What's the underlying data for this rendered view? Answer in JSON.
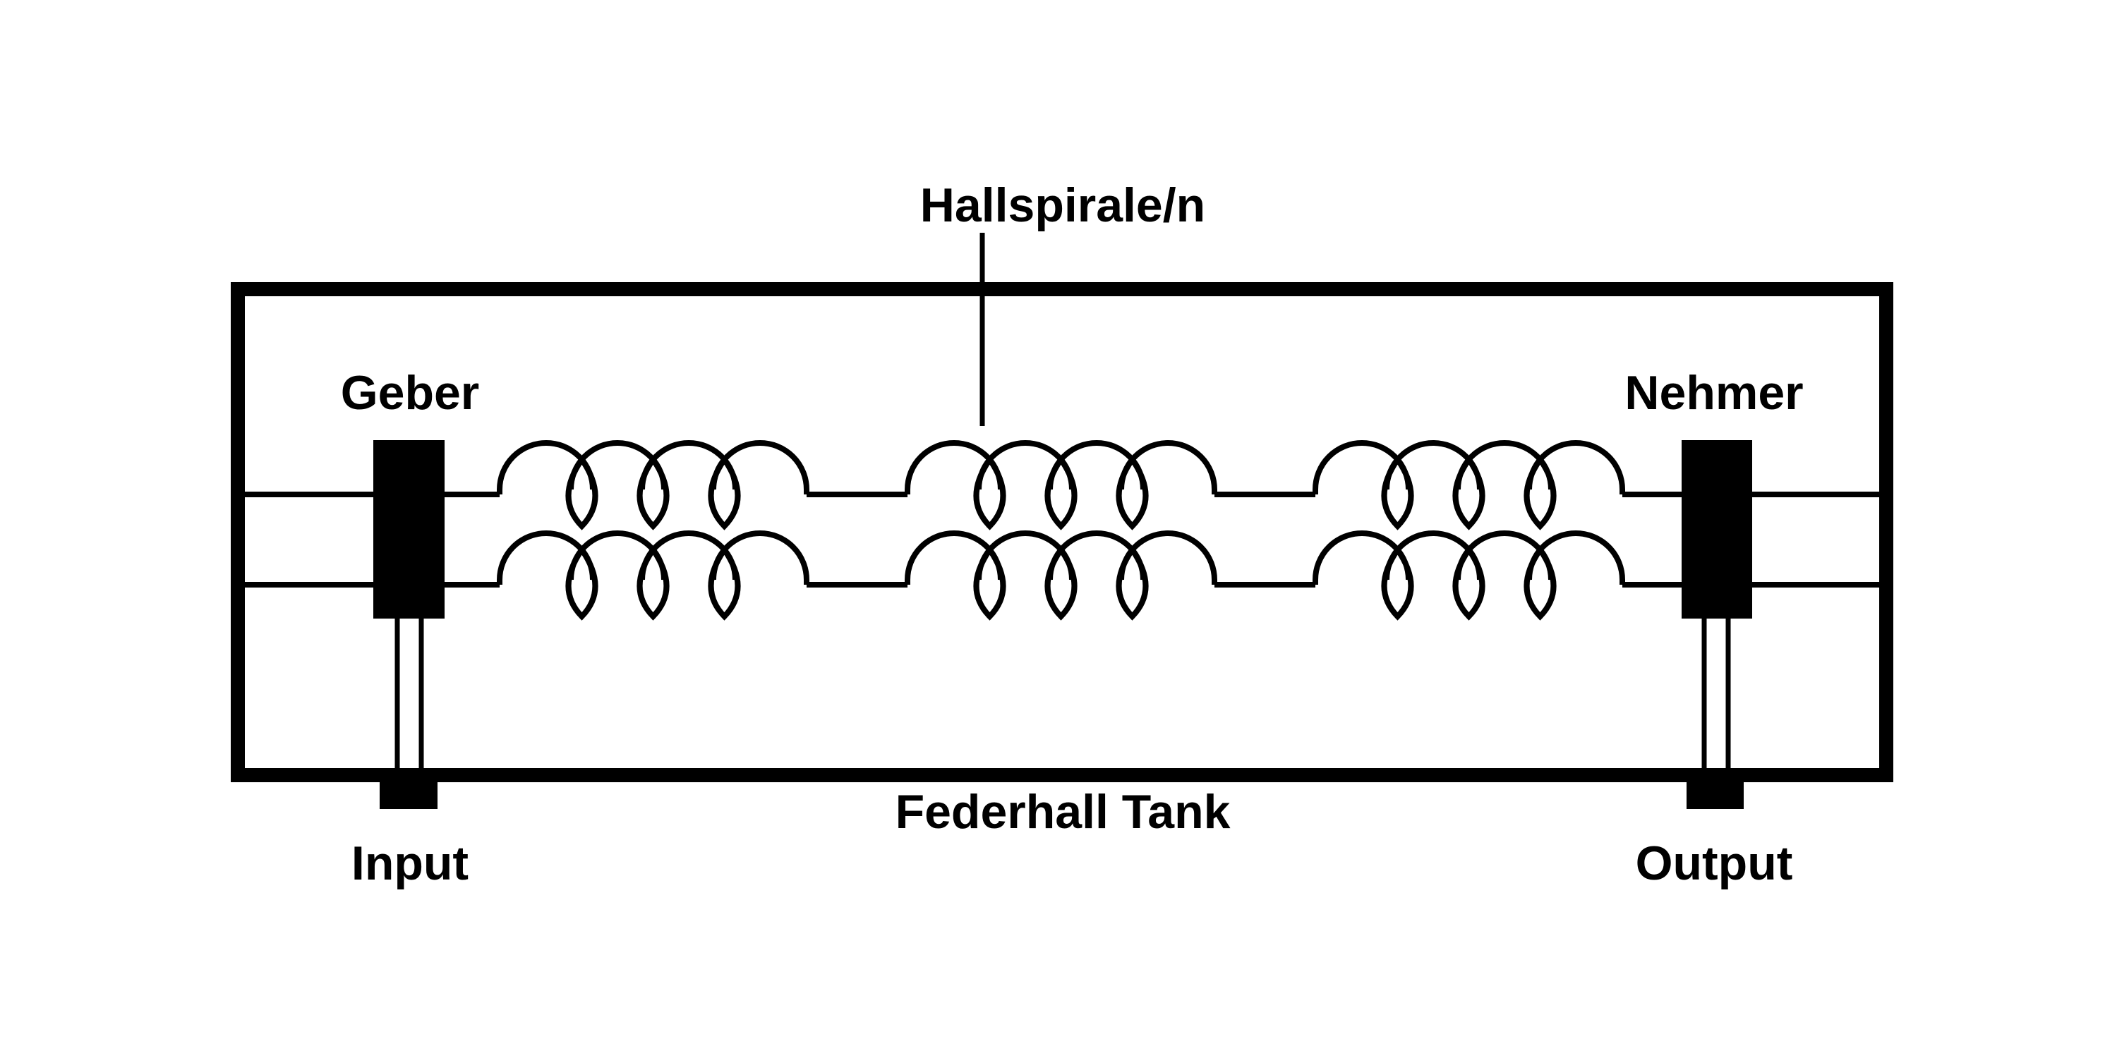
{
  "labels": {
    "springs": "Hallspirale/n",
    "transmitter": "Geber",
    "receiver": "Nehmer",
    "tank": "Federhall Tank",
    "input": "Input",
    "output": "Output"
  },
  "colors": {
    "ink": "#000000",
    "background": "#ffffff"
  },
  "coil_groups_per_spring": 3,
  "springs_count": 2,
  "turns_per_group": 4
}
